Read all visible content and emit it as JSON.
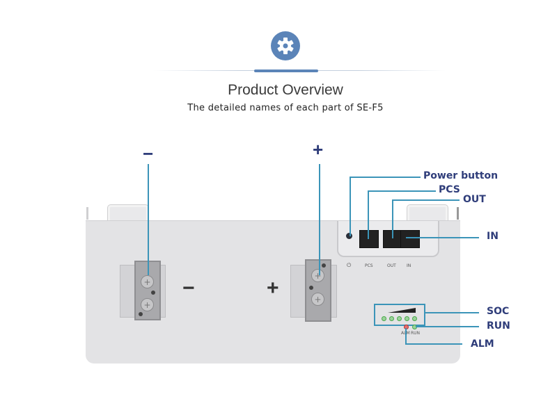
{
  "header": {
    "icon": "gear-icon",
    "title": "Product Overview",
    "subtitle": "The detailed names of each part of SE-F5"
  },
  "diagram": {
    "terminal_negative_symbol": "−",
    "terminal_positive_symbol": "+",
    "callouts": {
      "negative": "−",
      "positive": "+",
      "power_button": "Power button",
      "pcs": "PCS",
      "out": "OUT",
      "in": "IN",
      "soc": "SOC",
      "run": "RUN",
      "alm": "ALM"
    },
    "panel_labels": {
      "power": "⏻",
      "pcs": "PCS",
      "out": "OUT",
      "in": "IN",
      "alm": "ALM",
      "run": "RUN"
    },
    "soc_led_count": 5,
    "colors": {
      "accent": "#5b84b8",
      "callout_text": "#2f3d7a",
      "leader_line": "#3b94b8",
      "led_green": "#4aa84a",
      "led_red": "#d04040"
    }
  }
}
